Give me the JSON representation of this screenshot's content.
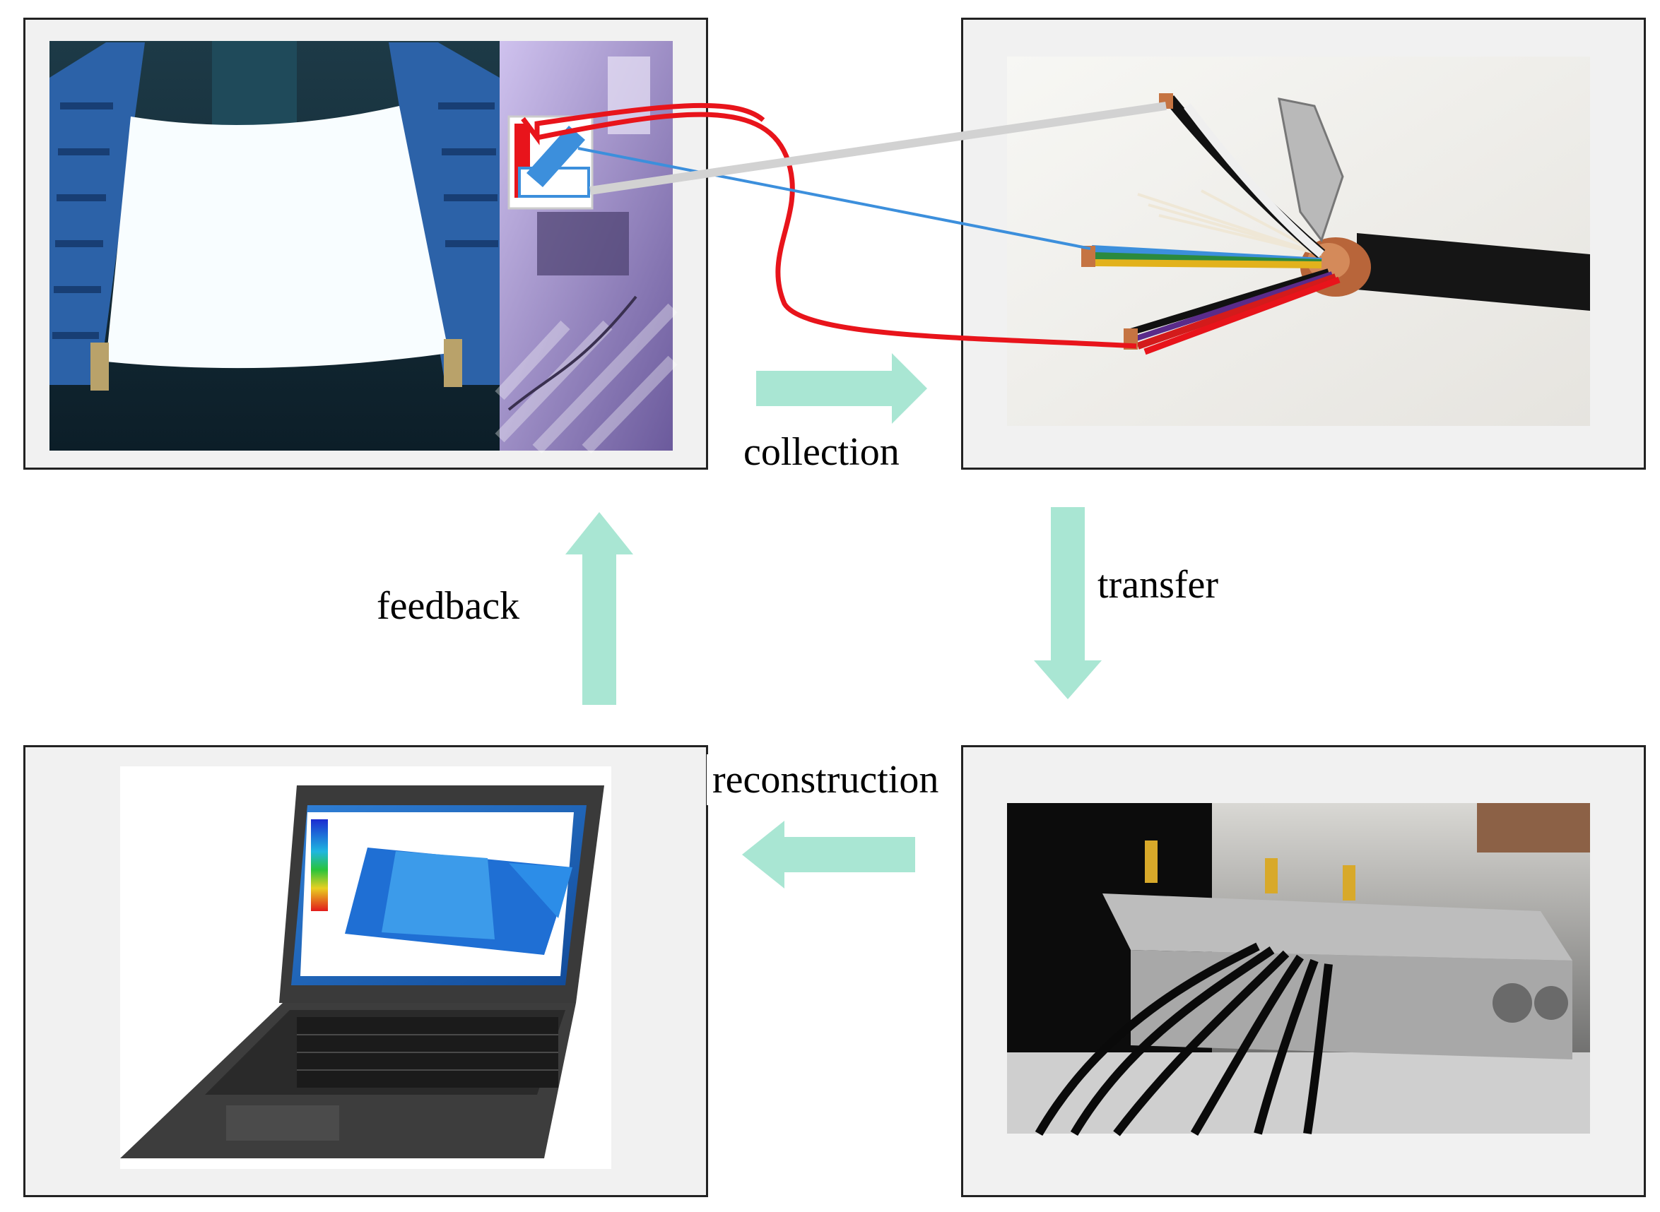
{
  "labels": {
    "collection": "collection",
    "transfer": "transfer",
    "feedback": "feedback",
    "reconstruction": "reconstruction"
  },
  "colors": {
    "arrow": "#a9e6d3",
    "wire_red": "#e8141b",
    "wire_blue": "#3c8fdc",
    "wire_gray": "#d2d2d2",
    "panel_bg": "#f1f1f1"
  }
}
